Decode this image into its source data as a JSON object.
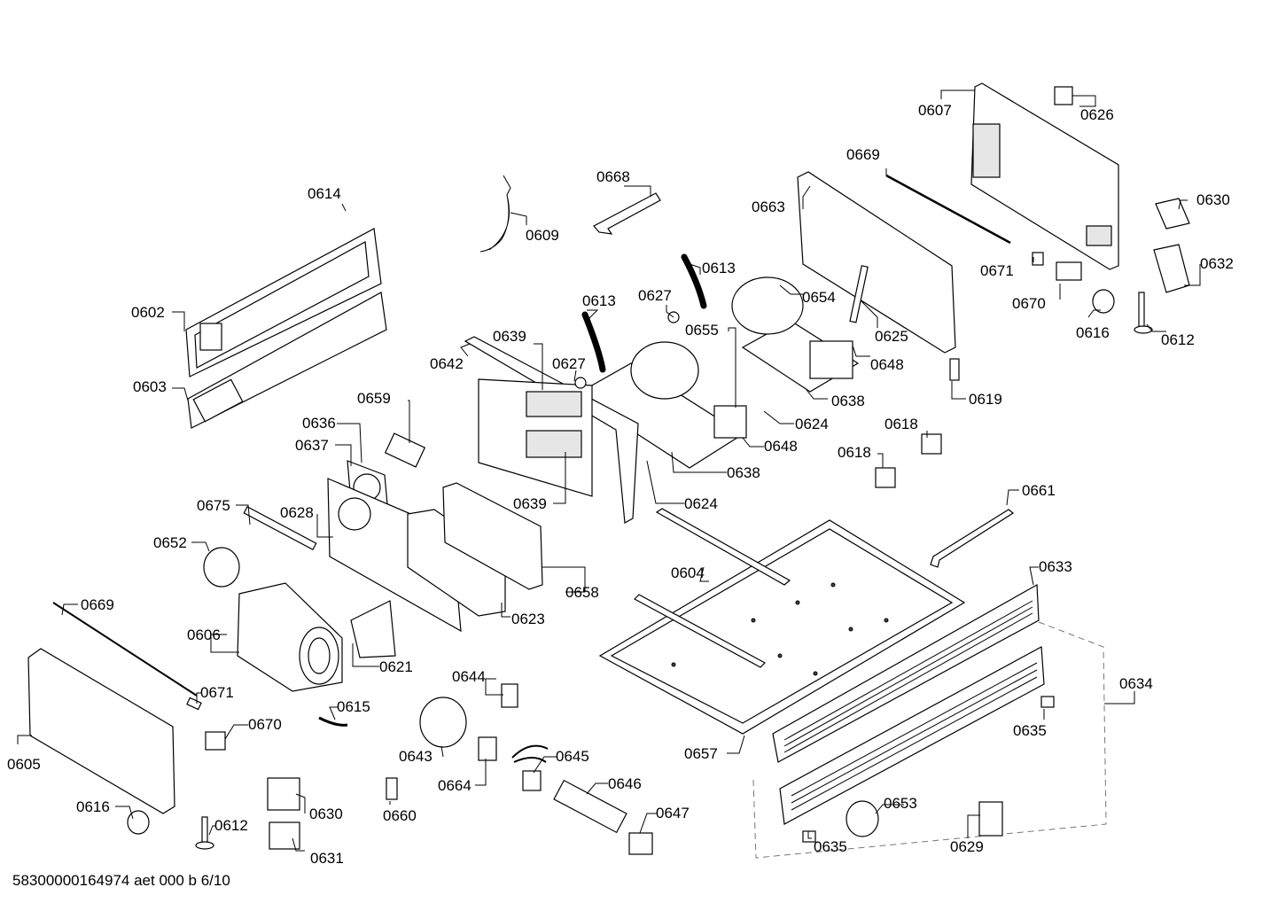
{
  "footer": "58300000164974 aet 000 b 6/10",
  "callouts": [
    {
      "id": "c0607",
      "label": "0607"
    },
    {
      "id": "c0626",
      "label": "0626"
    },
    {
      "id": "c0669a",
      "label": "0669"
    },
    {
      "id": "c0668",
      "label": "0668"
    },
    {
      "id": "c0663",
      "label": "0663"
    },
    {
      "id": "c0630a",
      "label": "0630"
    },
    {
      "id": "c0614",
      "label": "0614"
    },
    {
      "id": "c0609",
      "label": "0609"
    },
    {
      "id": "c0671a",
      "label": "0671"
    },
    {
      "id": "c0632",
      "label": "0632"
    },
    {
      "id": "c0613a",
      "label": "0613"
    },
    {
      "id": "c0654",
      "label": "0654"
    },
    {
      "id": "c0670a",
      "label": "0670"
    },
    {
      "id": "c0602",
      "label": "0602"
    },
    {
      "id": "c0613b",
      "label": "0613"
    },
    {
      "id": "c0627a",
      "label": "0627"
    },
    {
      "id": "c0625",
      "label": "0625"
    },
    {
      "id": "c0616a",
      "label": "0616"
    },
    {
      "id": "c0612a",
      "label": "0612"
    },
    {
      "id": "c0639a",
      "label": "0639"
    },
    {
      "id": "c0655",
      "label": "0655"
    },
    {
      "id": "c0642",
      "label": "0642"
    },
    {
      "id": "c0648a",
      "label": "0648"
    },
    {
      "id": "c0627b",
      "label": "0627"
    },
    {
      "id": "c0603",
      "label": "0603"
    },
    {
      "id": "c0659",
      "label": "0659"
    },
    {
      "id": "c0638a",
      "label": "0638"
    },
    {
      "id": "c0619",
      "label": "0619"
    },
    {
      "id": "c0624a",
      "label": "0624"
    },
    {
      "id": "c0636",
      "label": "0636"
    },
    {
      "id": "c0618a",
      "label": "0618"
    },
    {
      "id": "c0648b",
      "label": "0648"
    },
    {
      "id": "c0637",
      "label": "0637"
    },
    {
      "id": "c0618b",
      "label": "0618"
    },
    {
      "id": "c0638b",
      "label": "0638"
    },
    {
      "id": "c0639b",
      "label": "0639"
    },
    {
      "id": "c0661",
      "label": "0661"
    },
    {
      "id": "c0624b",
      "label": "0624"
    },
    {
      "id": "c0675",
      "label": "0675"
    },
    {
      "id": "c0628",
      "label": "0628"
    },
    {
      "id": "c0652",
      "label": "0652"
    },
    {
      "id": "c0633",
      "label": "0633"
    },
    {
      "id": "c0604",
      "label": "0604"
    },
    {
      "id": "c0658",
      "label": "0658"
    },
    {
      "id": "c0669b",
      "label": "0669"
    },
    {
      "id": "c0623",
      "label": "0623"
    },
    {
      "id": "c0606",
      "label": "0606"
    },
    {
      "id": "c0621",
      "label": "0621"
    },
    {
      "id": "c0644",
      "label": "0644"
    },
    {
      "id": "c0634",
      "label": "0634"
    },
    {
      "id": "c0671b",
      "label": "0671"
    },
    {
      "id": "c0615",
      "label": "0615"
    },
    {
      "id": "c0670b",
      "label": "0670"
    },
    {
      "id": "c0635a",
      "label": "0635"
    },
    {
      "id": "c0645",
      "label": "0645"
    },
    {
      "id": "c0643",
      "label": "0643"
    },
    {
      "id": "c0657",
      "label": "0657"
    },
    {
      "id": "c0605",
      "label": "0605"
    },
    {
      "id": "c0646",
      "label": "0646"
    },
    {
      "id": "c0664",
      "label": "0664"
    },
    {
      "id": "c0630b",
      "label": "0630"
    },
    {
      "id": "c0653",
      "label": "0653"
    },
    {
      "id": "c0616b",
      "label": "0616"
    },
    {
      "id": "c0647",
      "label": "0647"
    },
    {
      "id": "c0660",
      "label": "0660"
    },
    {
      "id": "c0612b",
      "label": "0612"
    },
    {
      "id": "c0629",
      "label": "0629"
    },
    {
      "id": "c0635b",
      "label": "0635"
    },
    {
      "id": "c0631",
      "label": "0631"
    }
  ]
}
